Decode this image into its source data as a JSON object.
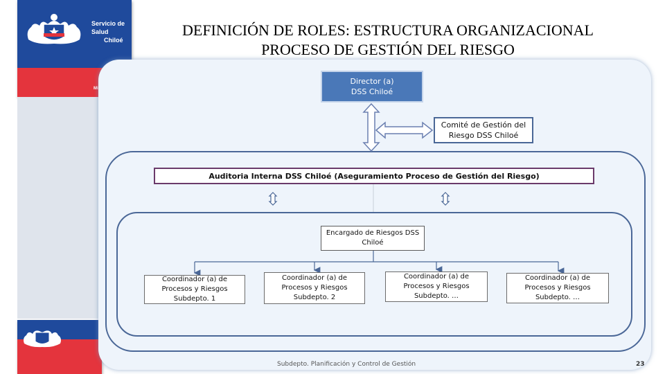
{
  "branding": {
    "org_line1": "Servicio de Salud",
    "org_line2": "Chiloé",
    "ministry_label": "Minister"
  },
  "title": {
    "line1": "DEFINICIÓN DE ROLES: ESTRUCTURA ORGANIZACIONAL",
    "line2": "PROCESO DE GESTIÓN DEL RIESGO"
  },
  "diagram": {
    "director": {
      "line1": "Director (a)",
      "line2": "DSS Chiloé"
    },
    "comite": {
      "line1": "Comité de Gestión del",
      "line2": "Riesgo DSS Chiloé"
    },
    "auditoria": "Auditoria Interna DSS Chiloé (Aseguramiento Proceso de Gestión del Riesgo)",
    "encargado": {
      "line1": "Encargado de Riesgos DSS",
      "line2": "Chiloé"
    },
    "coordinadores": [
      {
        "line1": "Coordinador (a) de",
        "line2": "Procesos y Riesgos",
        "line3": "Subdepto.  1"
      },
      {
        "line1": "Coordinador (a) de",
        "line2": "Procesos y Riesgos",
        "line3": "Subdepto.  2"
      },
      {
        "line1": "Coordinador (a) de",
        "line2": "Procesos y Riesgos",
        "line3": "Subdepto.  …"
      },
      {
        "line1": "Coordinador (a) de",
        "line2": "Procesos y Riesgos",
        "line3": "Subdepto.  …"
      }
    ]
  },
  "footer": {
    "department": "Subdepto. Planificación y Control de Gestión",
    "page_number": "23"
  },
  "colors": {
    "brand_blue": "#1f4a9c",
    "brand_red": "#e4343d",
    "director_fill": "#4a78b8",
    "ring_stroke": "#4a6797"
  }
}
